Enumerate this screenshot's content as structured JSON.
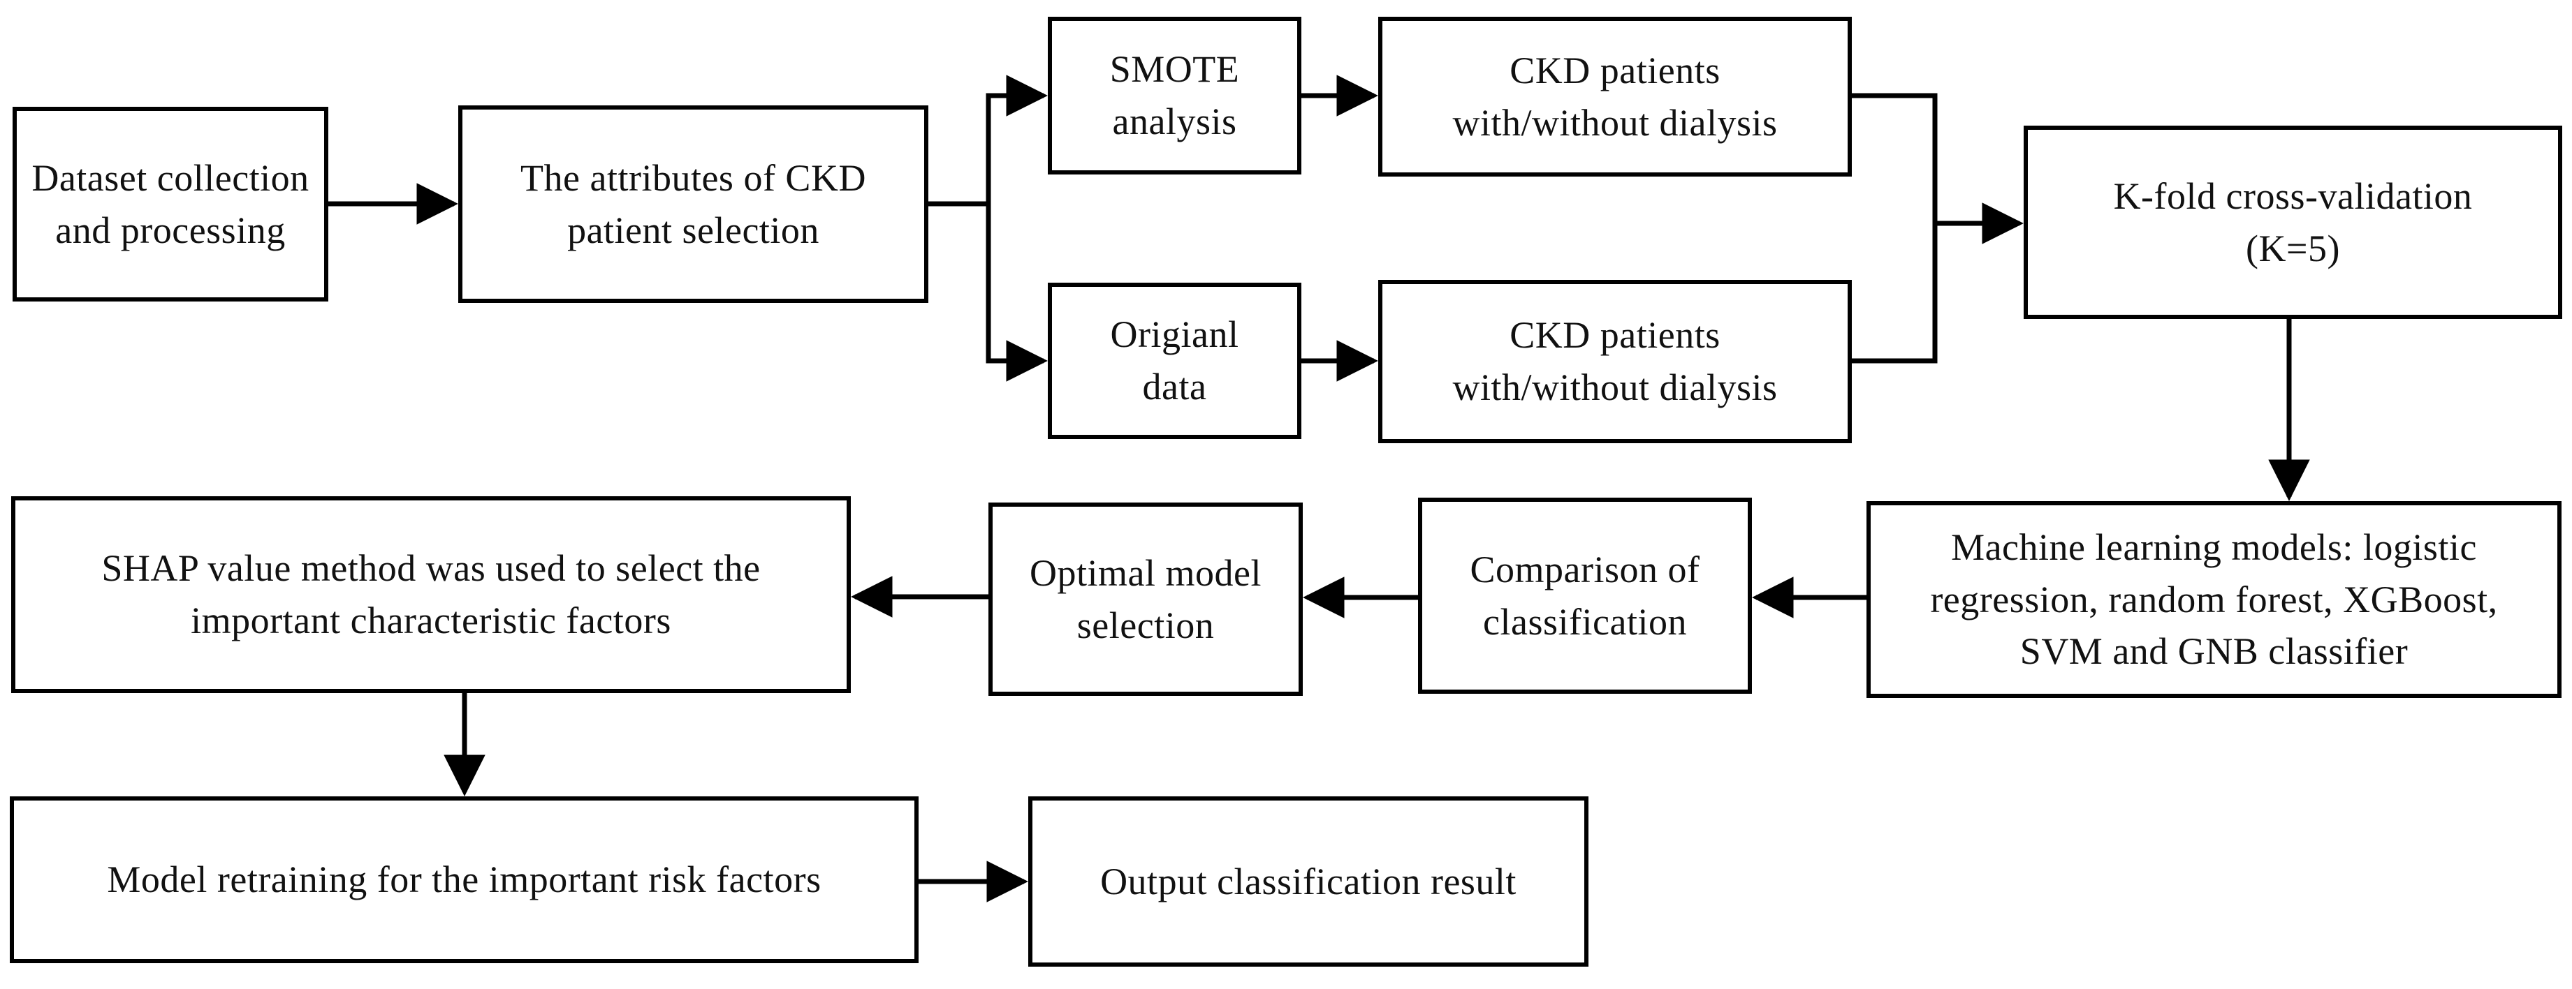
{
  "diagram": {
    "colors": {
      "box_border": "#000000",
      "box_fill": "#ffffff",
      "arrow": "#000000",
      "text": "#111111"
    },
    "nodes": {
      "dataset": {
        "label": "Dataset collection and processing"
      },
      "attributes": {
        "label": "The attributes of CKD patient selection"
      },
      "smote": {
        "label": "SMOTE analysis"
      },
      "ckd_smote": {
        "label": "CKD patients with/without dialysis"
      },
      "original": {
        "label": "Origianl data"
      },
      "ckd_orig": {
        "label": "CKD patients with/without dialysis"
      },
      "kfold": {
        "label": "K-fold cross-validation (K=5)"
      },
      "ml_models": {
        "label": "Machine learning models: logistic regression, random forest, XGBoost, SVM and GNB classifier"
      },
      "comparison": {
        "label": "Comparison of classification"
      },
      "optimal": {
        "label": "Optimal model selection"
      },
      "shap": {
        "label": "SHAP value method was used to select the important characteristic factors"
      },
      "retraining": {
        "label": "Model retraining for the important risk factors"
      },
      "output": {
        "label": "Output classification result"
      }
    },
    "edges": [
      {
        "from": "dataset",
        "to": "attributes"
      },
      {
        "from": "attributes",
        "to": "smote"
      },
      {
        "from": "attributes",
        "to": "original"
      },
      {
        "from": "smote",
        "to": "ckd_smote"
      },
      {
        "from": "original",
        "to": "ckd_orig"
      },
      {
        "from": "ckd_smote",
        "to": "kfold"
      },
      {
        "from": "ckd_orig",
        "to": "kfold"
      },
      {
        "from": "kfold",
        "to": "ml_models"
      },
      {
        "from": "ml_models",
        "to": "comparison"
      },
      {
        "from": "comparison",
        "to": "optimal"
      },
      {
        "from": "optimal",
        "to": "shap"
      },
      {
        "from": "shap",
        "to": "retraining"
      },
      {
        "from": "retraining",
        "to": "output"
      }
    ]
  }
}
